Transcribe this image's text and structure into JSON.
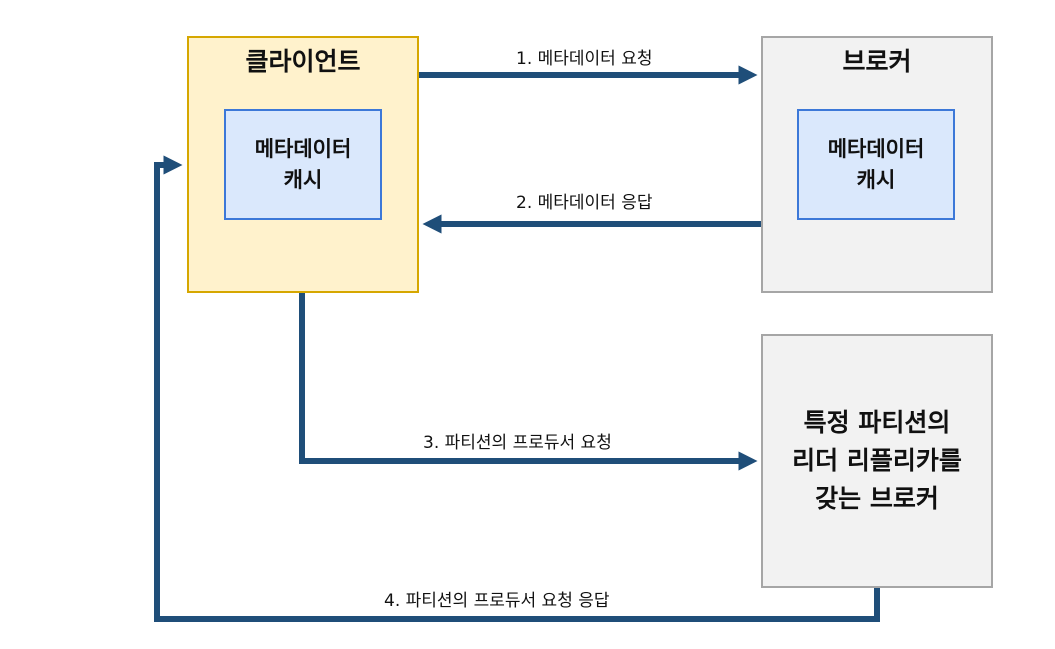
{
  "client": {
    "title": "클라이언트",
    "cache_label": "메타데이터\n캐시"
  },
  "broker": {
    "title": "브로커",
    "cache_label": "메타데이터\n캐시"
  },
  "leader_broker": {
    "label": "특정 파티션의\n리더 리플리카를\n갖는 브로커"
  },
  "arrows": {
    "step1": "1. 메타데이터 요청",
    "step2": "2. 메타데이터 응답",
    "step3": "3. 파티션의 프로듀서 요청",
    "step4": "4. 파티션의 프로듀서 요청 응답"
  },
  "colors": {
    "arrow": "#1f4e79",
    "client_fill": "#fff2cc",
    "client_border": "#d6a700",
    "broker_fill": "#f2f2f2",
    "broker_border": "#a6a6a6",
    "cache_fill": "#dae8fc",
    "cache_border": "#3c78d8"
  }
}
